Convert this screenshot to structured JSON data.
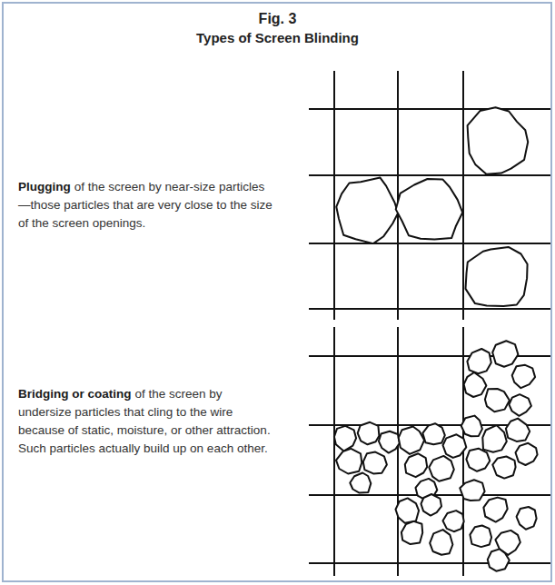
{
  "diagram": {
    "title": "Types of Screen Blinding",
    "labels": [
      "Fig. 3",
      "Plugging",
      "of the screen by near-size particles—those particles that are very close to the size of the screen openings.",
      "Bridging or coating",
      "of the screen by undersize particles that cling to the wire because of static, moisture, or other attraction. Such particles actually build up on each other."
    ]
  }
}
